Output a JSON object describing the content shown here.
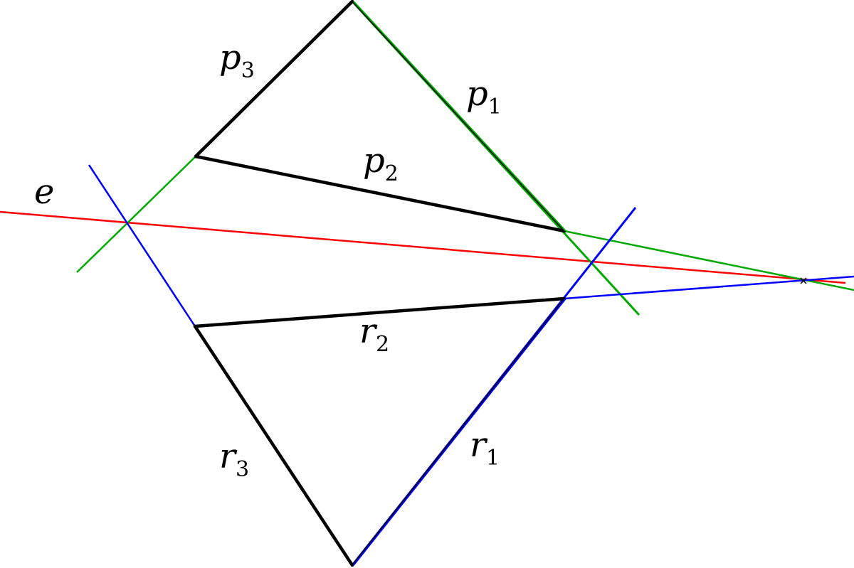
{
  "colors": {
    "outline": "#000000",
    "line_e": "#ff0000",
    "lines_p": "#00aa00",
    "lines_r": "#0000ff",
    "background": "#ffffff"
  },
  "labels": {
    "p1": {
      "base": "p",
      "sub": "1"
    },
    "p2": {
      "base": "p",
      "sub": "2"
    },
    "p3": {
      "base": "p",
      "sub": "3"
    },
    "r1": {
      "base": "r",
      "sub": "1"
    },
    "r2": {
      "base": "r",
      "sub": "2"
    },
    "r3": {
      "base": "r",
      "sub": "3"
    },
    "e": {
      "base": "e"
    }
  },
  "markers": {
    "vanishing_point": "x-mark"
  }
}
